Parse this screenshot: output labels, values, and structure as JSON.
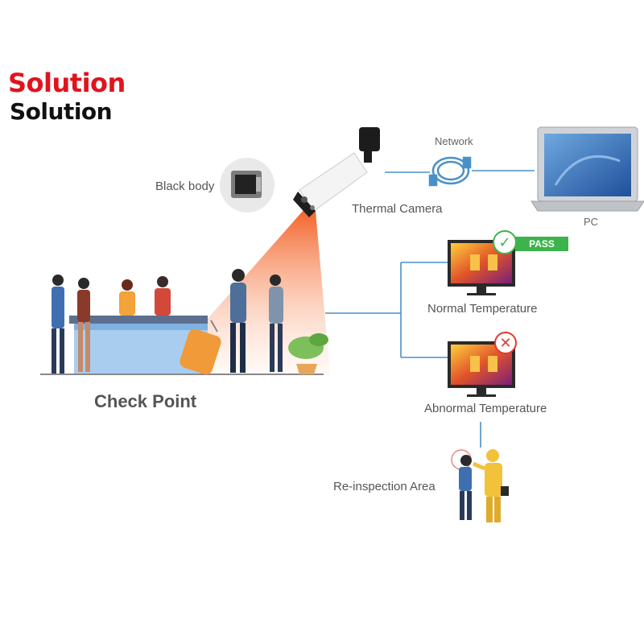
{
  "header": {
    "title_primary": "Solution",
    "title_secondary": "Solution"
  },
  "labels": {
    "black_body": "Black body",
    "thermal_camera": "Thermal Camera",
    "network": "Network",
    "pc": "PC",
    "normal_temperature": "Normal Temperature",
    "abnormal_temperature": "Abnormal Temperature",
    "re_inspection_area": "Re-inspection Area",
    "check_point": "Check Point",
    "pass_badge": "PASS"
  },
  "colors": {
    "title_red": "#e0141e",
    "pass_green": "#3cb44b",
    "alert_red": "#e03a2f",
    "connector_blue": "#4a90c8",
    "beam_orange": "#f26a2a"
  },
  "icons": [
    "black-body-icon",
    "thermal-camera-icon",
    "network-cable-icon",
    "laptop-icon",
    "monitor-icon",
    "check-icon",
    "x-icon",
    "luggage-icon",
    "plant-icon"
  ]
}
